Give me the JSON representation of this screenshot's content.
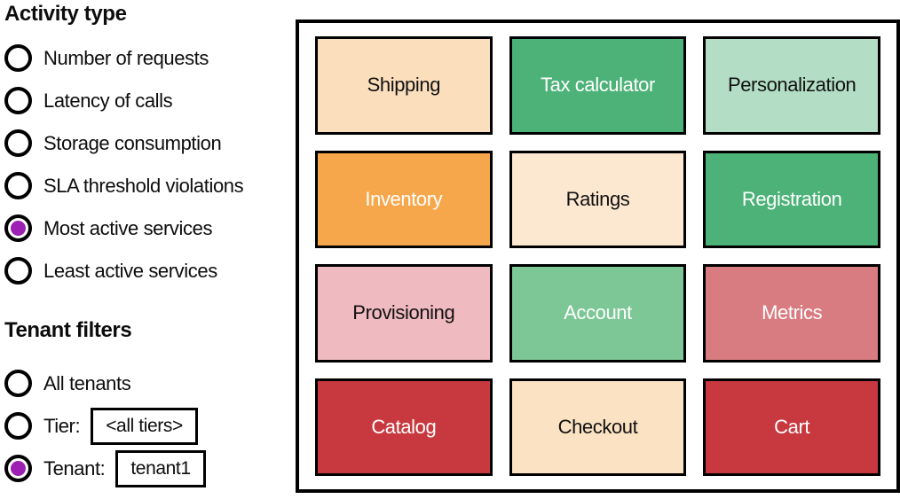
{
  "colors": {
    "radio_selected": "#9C20B4",
    "border": "#000000"
  },
  "sidebar": {
    "activity": {
      "heading": "Activity type",
      "options": [
        {
          "label": "Number of requests",
          "selected": false
        },
        {
          "label": "Latency of calls",
          "selected": false
        },
        {
          "label": "Storage consumption",
          "selected": false
        },
        {
          "label": "SLA threshold violations",
          "selected": false
        },
        {
          "label": "Most active services",
          "selected": true
        },
        {
          "label": "Least active services",
          "selected": false
        }
      ]
    },
    "tenant": {
      "heading": "Tenant filters",
      "options": [
        {
          "label": "All tenants",
          "selected": false
        },
        {
          "label": "Tier:",
          "selected": false,
          "input": "<all tiers>"
        },
        {
          "label": "Tenant:",
          "selected": true,
          "input": "tenant1"
        }
      ]
    }
  },
  "grid": {
    "tiles": [
      {
        "label": "Shipping",
        "bg": "#FBDFBC",
        "fg": "#111111"
      },
      {
        "label": "Tax calculator",
        "bg": "#4DB278",
        "fg": "#ffffff"
      },
      {
        "label": "Personalization",
        "bg": "#B3DEC5",
        "fg": "#111111"
      },
      {
        "label": "Inventory",
        "bg": "#F7A74B",
        "fg": "#ffffff"
      },
      {
        "label": "Ratings",
        "bg": "#FCE8D1",
        "fg": "#111111"
      },
      {
        "label": "Registration",
        "bg": "#4DB278",
        "fg": "#ffffff"
      },
      {
        "label": "Provisioning",
        "bg": "#EFBAC0",
        "fg": "#111111"
      },
      {
        "label": "Account",
        "bg": "#7CC795",
        "fg": "#ffffff"
      },
      {
        "label": "Metrics",
        "bg": "#D97C81",
        "fg": "#ffffff"
      },
      {
        "label": "Catalog",
        "bg": "#C7393F",
        "fg": "#ffffff"
      },
      {
        "label": "Checkout",
        "bg": "#FBE2C3",
        "fg": "#111111"
      },
      {
        "label": "Cart",
        "bg": "#C7393F",
        "fg": "#ffffff"
      }
    ]
  }
}
